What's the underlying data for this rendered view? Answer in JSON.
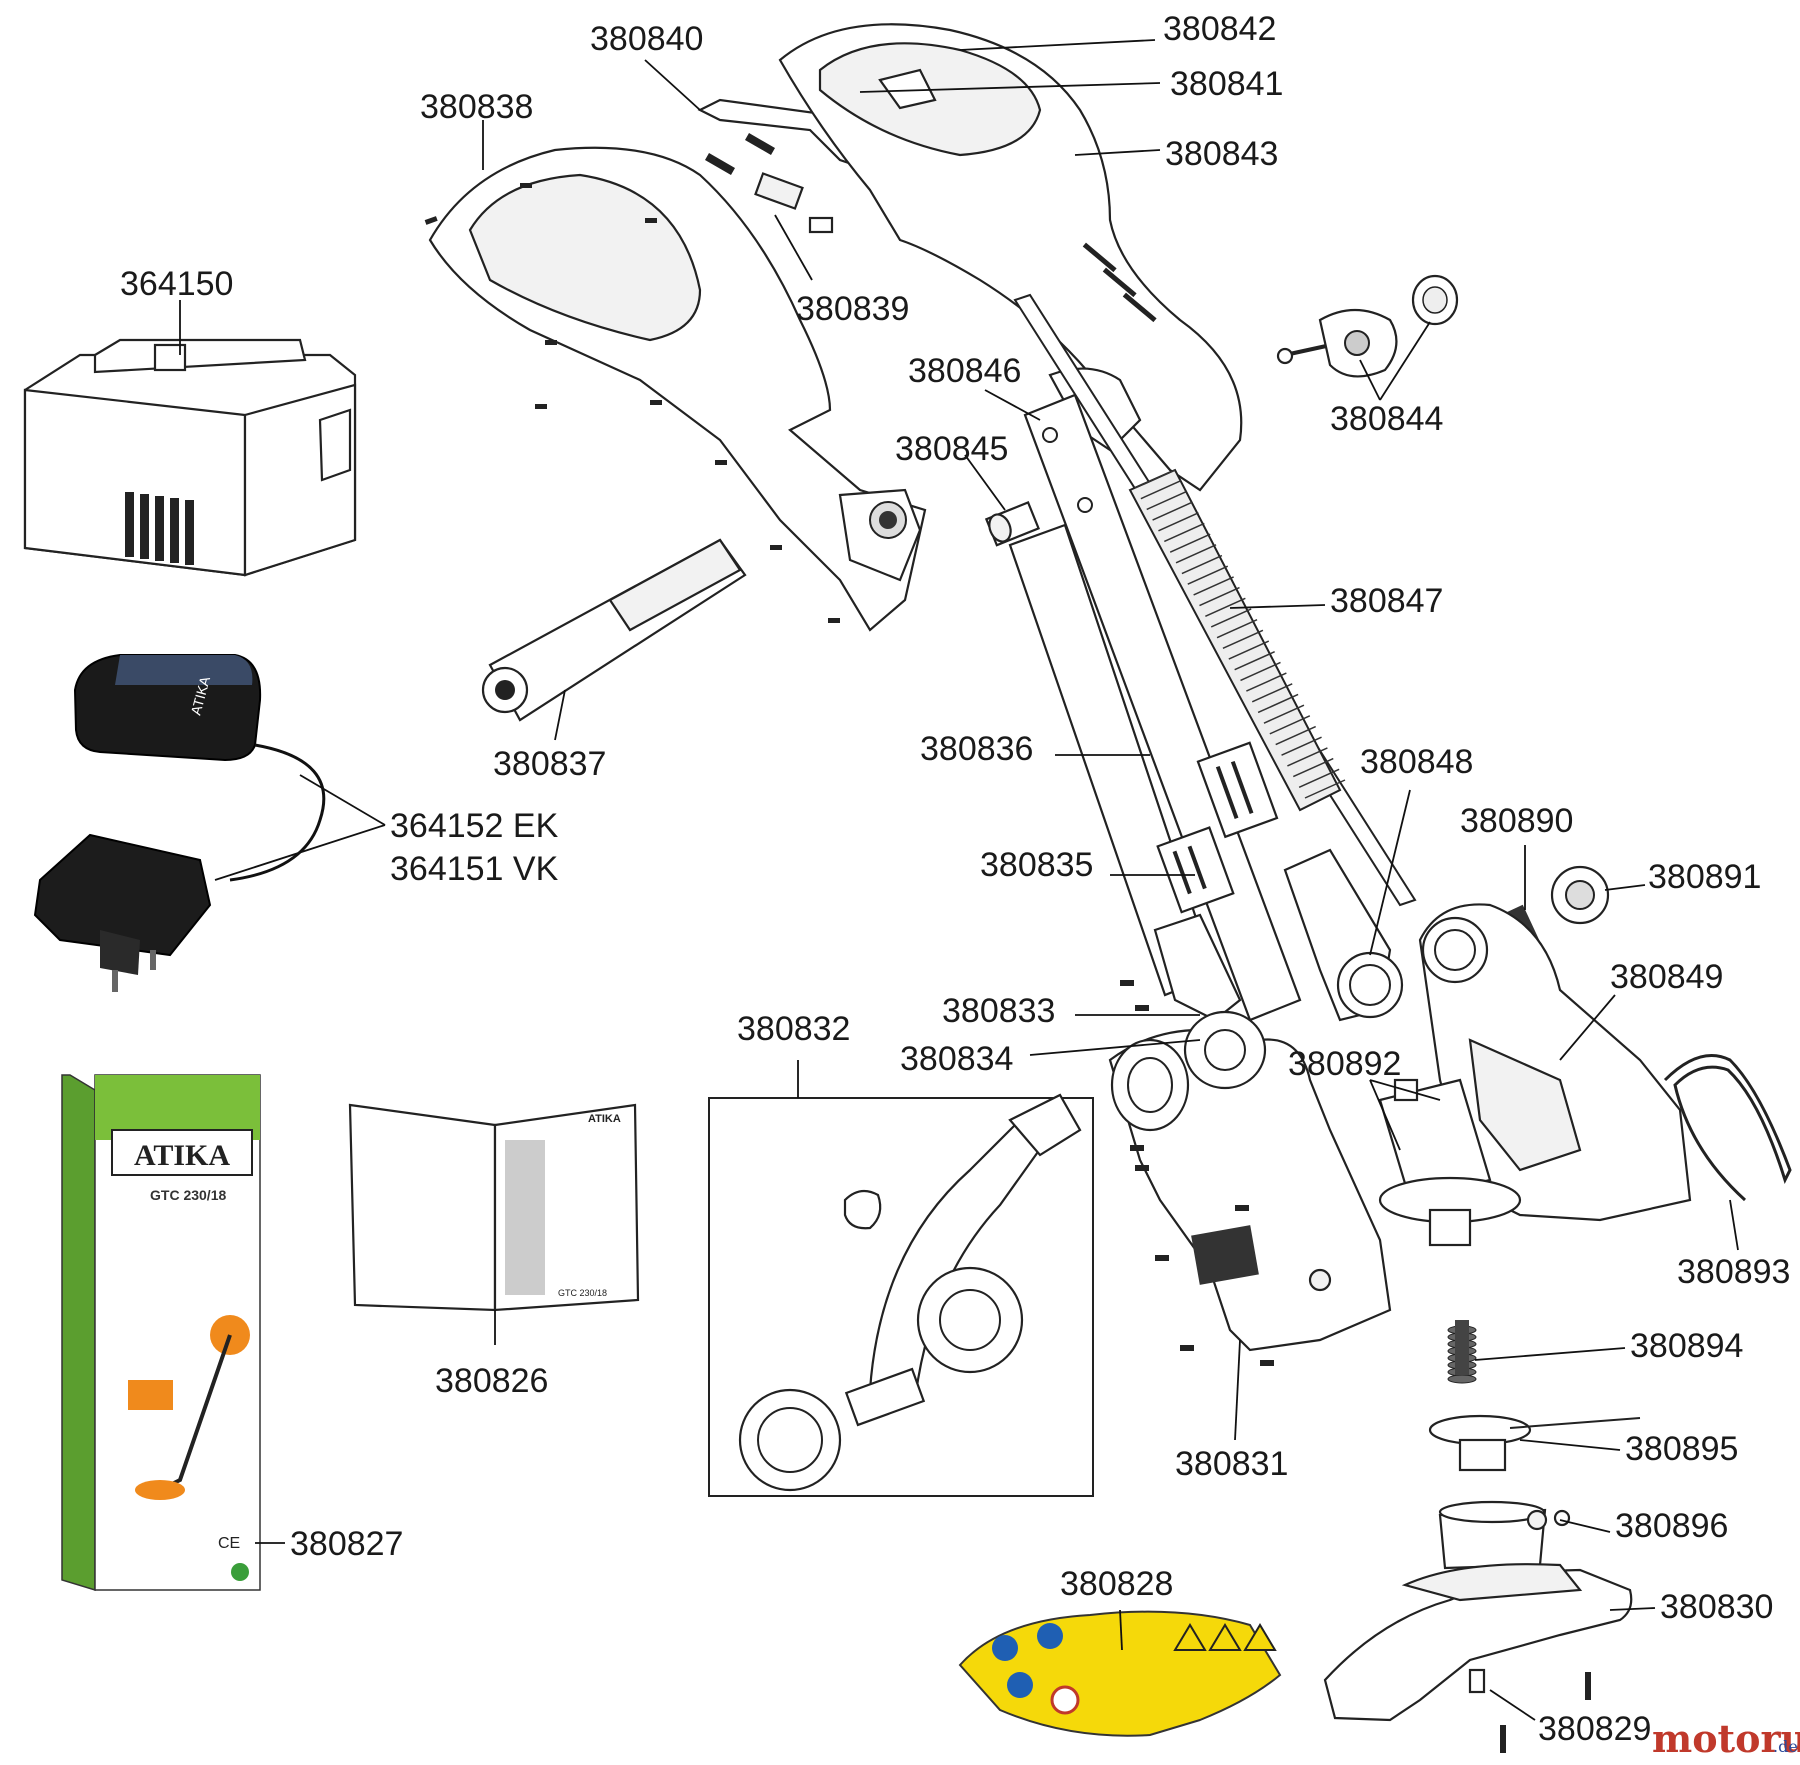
{
  "watermark": {
    "main": "motoruf",
    "suffix": ".de"
  },
  "product": {
    "brand": "ATIKA",
    "model": "GTC 230/18",
    "manual_model": "GTC 230/18",
    "manual_brand": "ATIKA",
    "ce_mark": "CE"
  },
  "labels": [
    {
      "id": "p380840",
      "text": "380840"
    },
    {
      "id": "p380842",
      "text": "380842"
    },
    {
      "id": "p380841",
      "text": "380841"
    },
    {
      "id": "p380838",
      "text": "380838"
    },
    {
      "id": "p380843",
      "text": "380843"
    },
    {
      "id": "p364150",
      "text": "364150"
    },
    {
      "id": "p380839",
      "text": "380839"
    },
    {
      "id": "p380846",
      "text": "380846"
    },
    {
      "id": "p380844",
      "text": "380844"
    },
    {
      "id": "p380845",
      "text": "380845"
    },
    {
      "id": "p380847",
      "text": "380847"
    },
    {
      "id": "p380837",
      "text": "380837"
    },
    {
      "id": "p380836",
      "text": "380836"
    },
    {
      "id": "p380848",
      "text": "380848"
    },
    {
      "id": "p364152",
      "text": "364152 EK"
    },
    {
      "id": "p364151",
      "text": "364151 VK"
    },
    {
      "id": "p380890",
      "text": "380890"
    },
    {
      "id": "p380835",
      "text": "380835"
    },
    {
      "id": "p380891",
      "text": "380891"
    },
    {
      "id": "p380849",
      "text": "380849"
    },
    {
      "id": "p380833",
      "text": "380833"
    },
    {
      "id": "p380832",
      "text": "380832"
    },
    {
      "id": "p380834",
      "text": "380834"
    },
    {
      "id": "p380892",
      "text": "380892"
    },
    {
      "id": "p380893",
      "text": "380893"
    },
    {
      "id": "p380826",
      "text": "380826"
    },
    {
      "id": "p380894",
      "text": "380894"
    },
    {
      "id": "p380831",
      "text": "380831"
    },
    {
      "id": "p380895",
      "text": "380895"
    },
    {
      "id": "p380827",
      "text": "380827"
    },
    {
      "id": "p380896",
      "text": "380896"
    },
    {
      "id": "p380828",
      "text": "380828"
    },
    {
      "id": "p380830",
      "text": "380830"
    },
    {
      "id": "p380829",
      "text": "380829"
    }
  ],
  "colors": {
    "label_box_orange": "#f08a1c",
    "decal_yellow": "#f5d90a",
    "decal_blue": "#1f5fb3",
    "charger_black": "#1a1a1a",
    "box_green": "#7bbf3a"
  }
}
